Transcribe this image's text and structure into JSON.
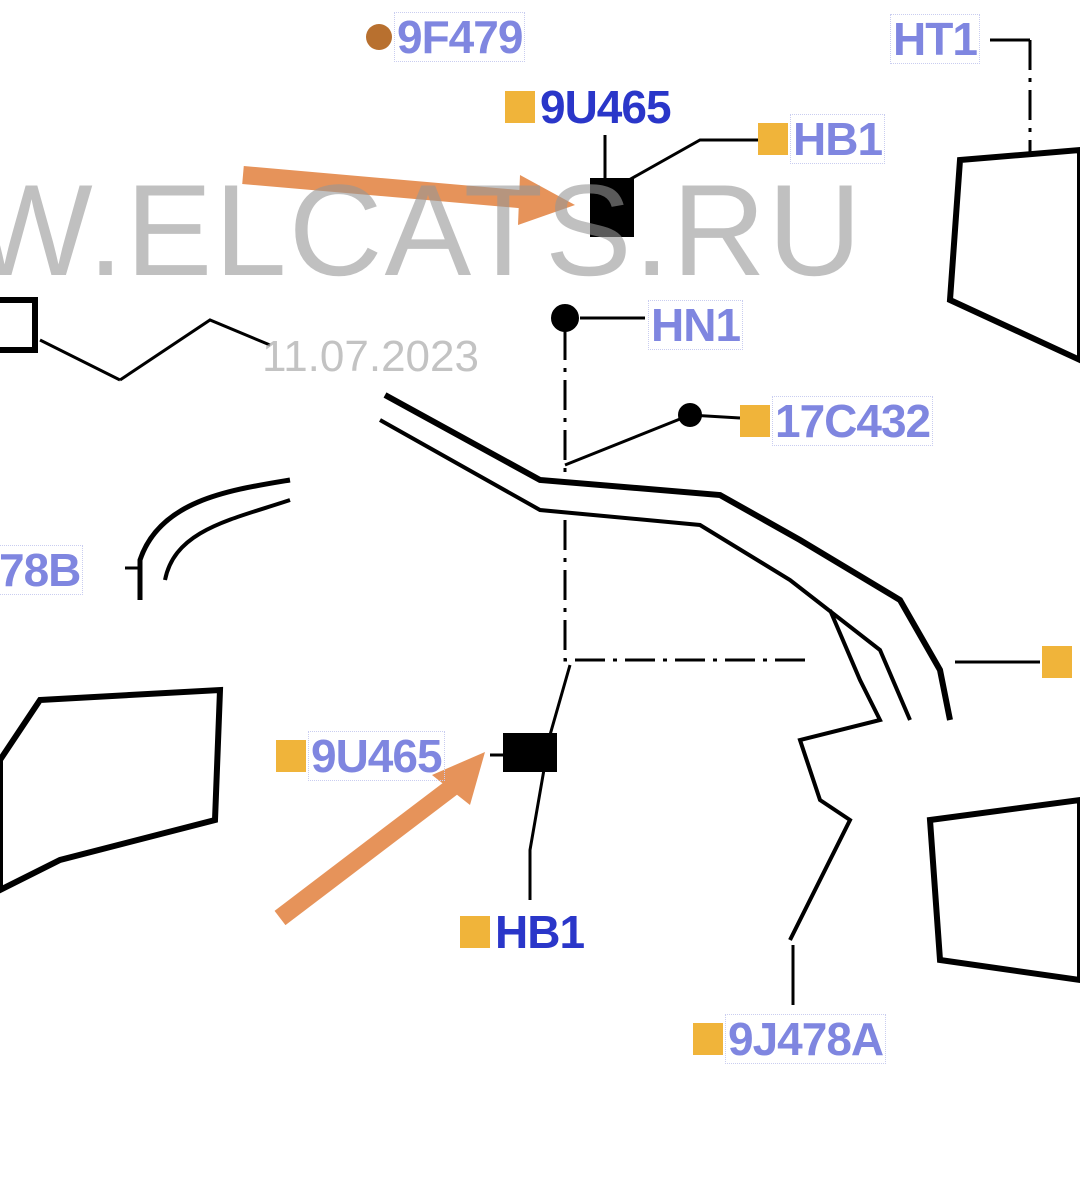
{
  "watermark": "W.ELCATS.RU",
  "date": "11.07.2023",
  "callouts": {
    "c9f479": "9F479",
    "c9u465_top": "9U465",
    "hb1_top": "HB1",
    "ht1": "HT1",
    "hn1": "HN1",
    "c17c432": "17C432",
    "c78b": "78B",
    "c9u465_bottom": "9U465",
    "hb1_bottom": "HB1",
    "c9j478a": "9J478A"
  },
  "colors": {
    "marker": "#f0b43a",
    "arrow": "#e6935a",
    "label": "#7f86e0",
    "label_dark": "#2a36c9"
  }
}
